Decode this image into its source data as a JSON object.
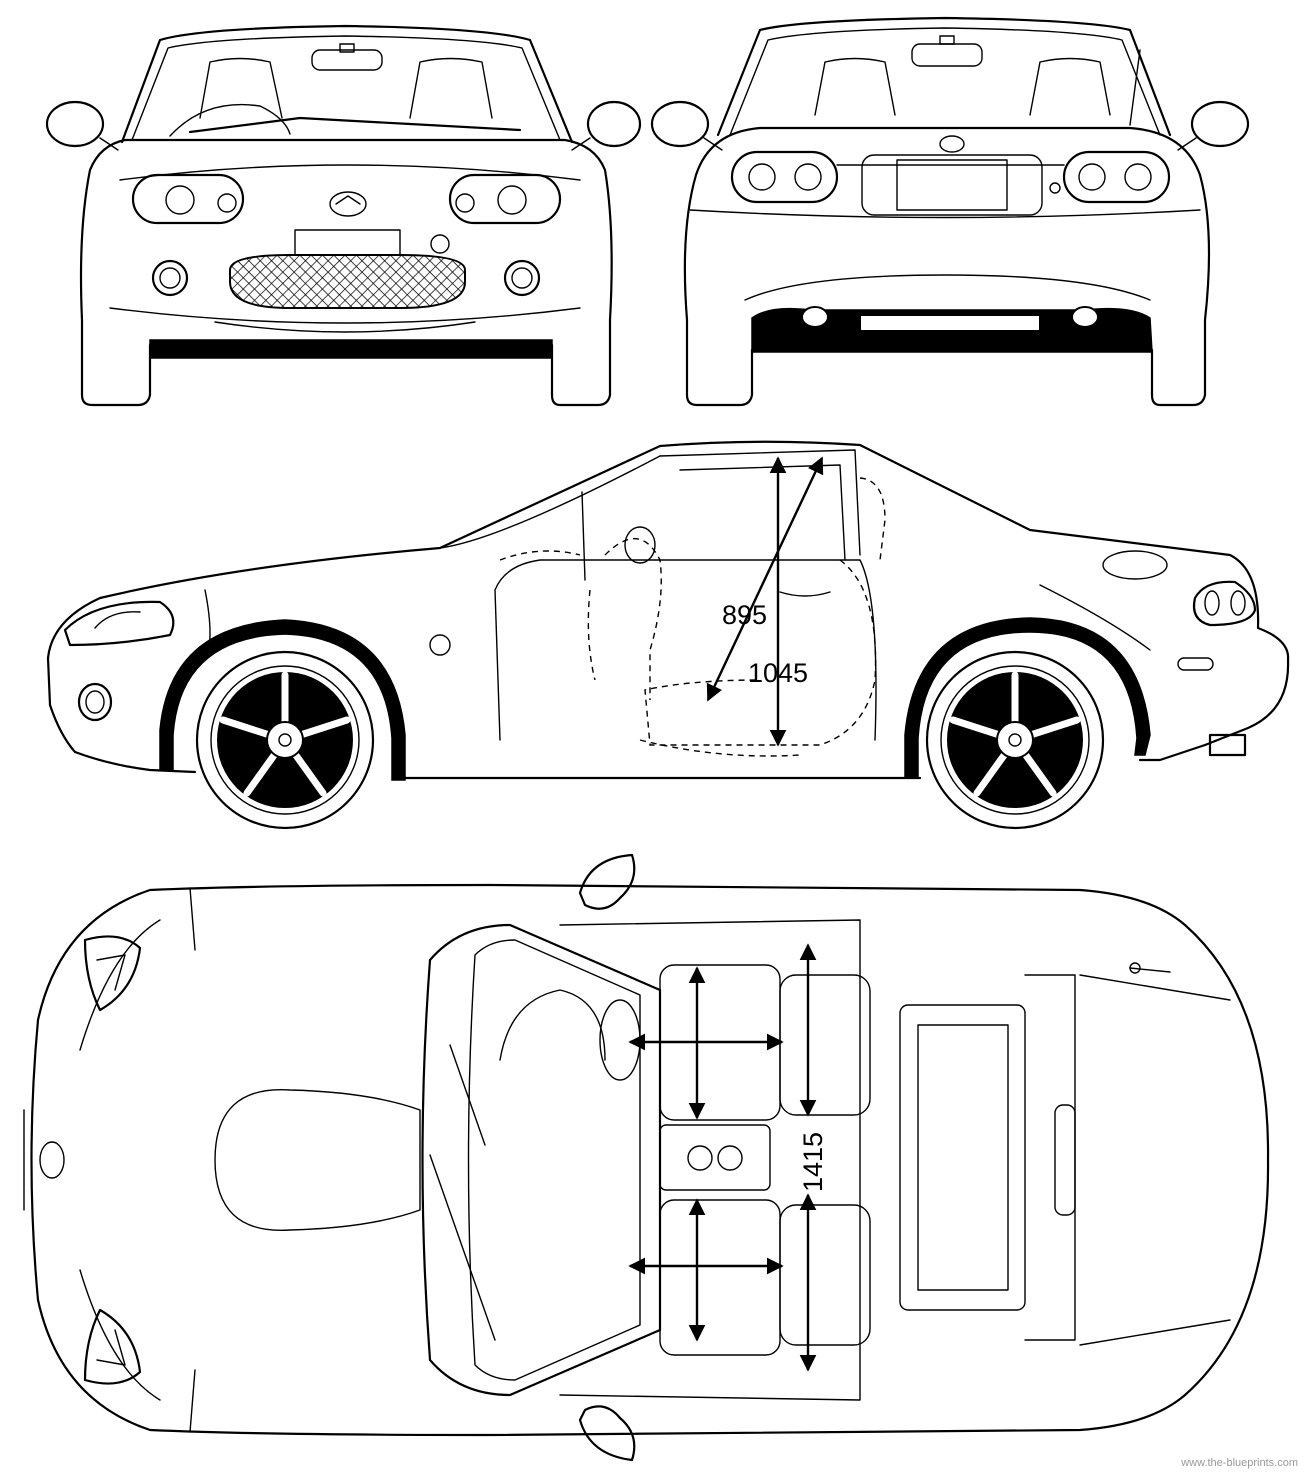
{
  "dimensions": {
    "side_diagonal": "895",
    "side_height": "1045",
    "top_width": "1415"
  },
  "watermark": "www.the-blueprints.com",
  "colors": {
    "line": "#000000",
    "background": "#ffffff",
    "watermark": "#9a9a9a"
  }
}
